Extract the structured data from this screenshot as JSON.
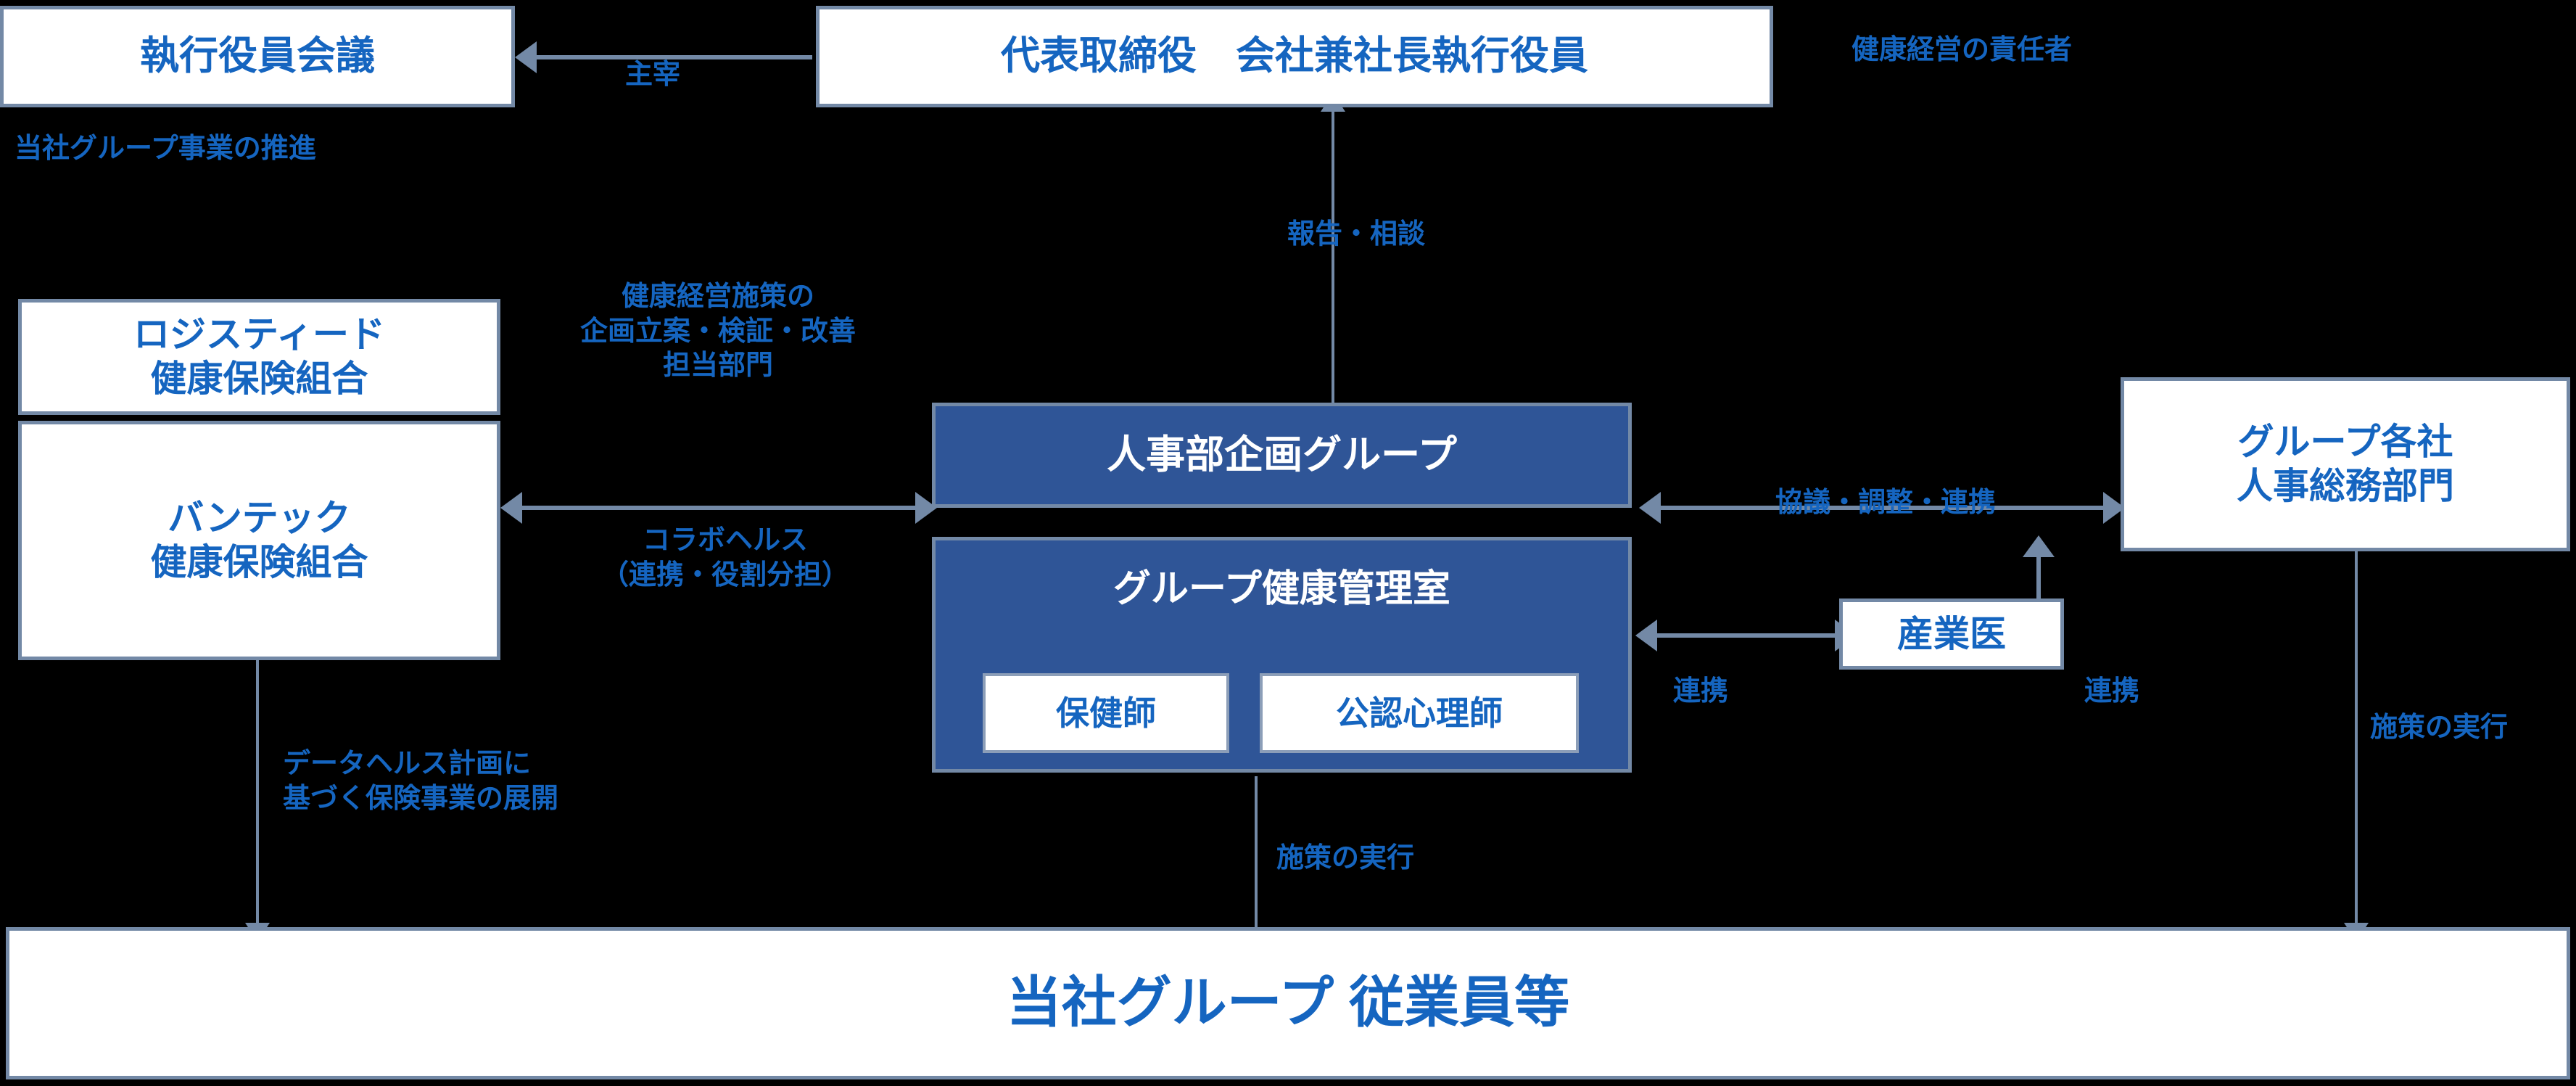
{
  "diagram": {
    "title": "健康経営推進体制図",
    "colors": {
      "background": "#000000",
      "box_fill_white": "#FFFFFF",
      "box_fill_blue": "#2F5597",
      "box_border": "#7389A6",
      "text_blue": "#1565C0",
      "text_white": "#FFFFFF",
      "connector": "#7389A6"
    }
  },
  "nodes": {
    "executive_meeting": {
      "label": "執行役員会議"
    },
    "president": {
      "label": "代表取締役　会社兼社長執行役員"
    },
    "logisteed_kenpo": {
      "label": "ロジスティード\n健康保険組合"
    },
    "vantec_kenpo": {
      "label": "バンテック\n健康保険組合"
    },
    "hr_planning_group": {
      "label": "人事部企画グループ"
    },
    "group_health_office": {
      "label": "グループ健康管理室"
    },
    "public_health_nurse": {
      "label": "保健師"
    },
    "certified_psychologist": {
      "label": "公認心理師"
    },
    "occupational_physician": {
      "label": "産業医"
    },
    "group_companies_hr": {
      "label": "グループ各社\n人事総務部門"
    },
    "group_employees": {
      "label": "当社グループ 従業員等"
    }
  },
  "annotations": {
    "chair": "主宰",
    "health_mgmt_responsible": "健康経営の責任者",
    "group_business_promotion": "当社グループ事業の推進",
    "report_consult": "報告・相談",
    "planning_department": "健康経営施策の\n企画立案・検証・改善\n担当部門",
    "collabo_health": "コラボヘルス\n（連携・役割分担）",
    "data_health_plan": "データヘルス計画に\n基づく保険事業の展開",
    "discuss_adjust_cooperate": "協議・調整・連携",
    "cooperate_left": "連携",
    "cooperate_right": "連携",
    "policy_execution_center": "施策の実行",
    "policy_execution_right": "施策の実行"
  }
}
